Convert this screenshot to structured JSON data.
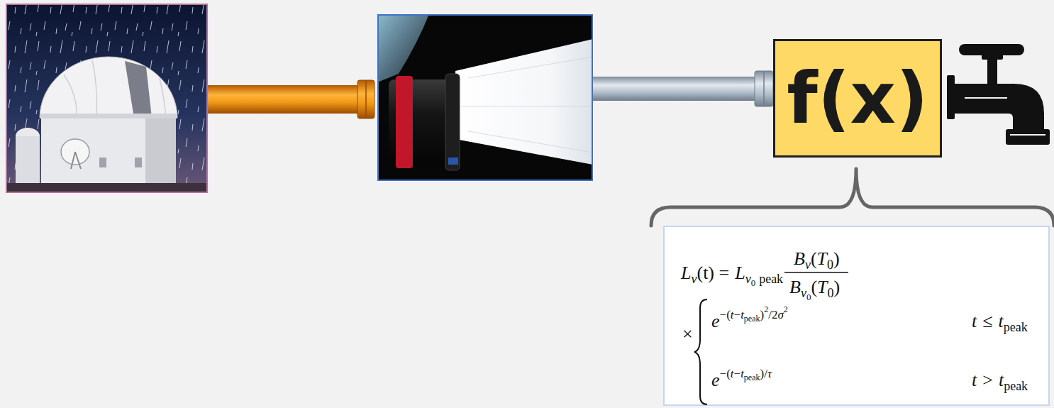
{
  "diagram": {
    "nodes": [
      {
        "text": [
          "f(x)"
        ]
      },
      {
        "text": [
          "L",
          "ν",
          "(t) =",
          "L",
          "ν",
          "0",
          "peak",
          "B",
          "ν",
          "(",
          "T",
          "0",
          ")",
          "B",
          "ν",
          "0",
          "(",
          "T",
          "0",
          ")",
          "×",
          "e",
          "−(",
          "t",
          "−",
          "t",
          "peak",
          ")",
          "2",
          "/2",
          "σ",
          "2",
          "t",
          "≤",
          "t",
          "peak",
          "e",
          "−(",
          "t",
          "−",
          "t",
          "peak",
          ")/",
          "τ",
          "t",
          ">",
          "t",
          "peak"
        ]
      }
    ]
  }
}
